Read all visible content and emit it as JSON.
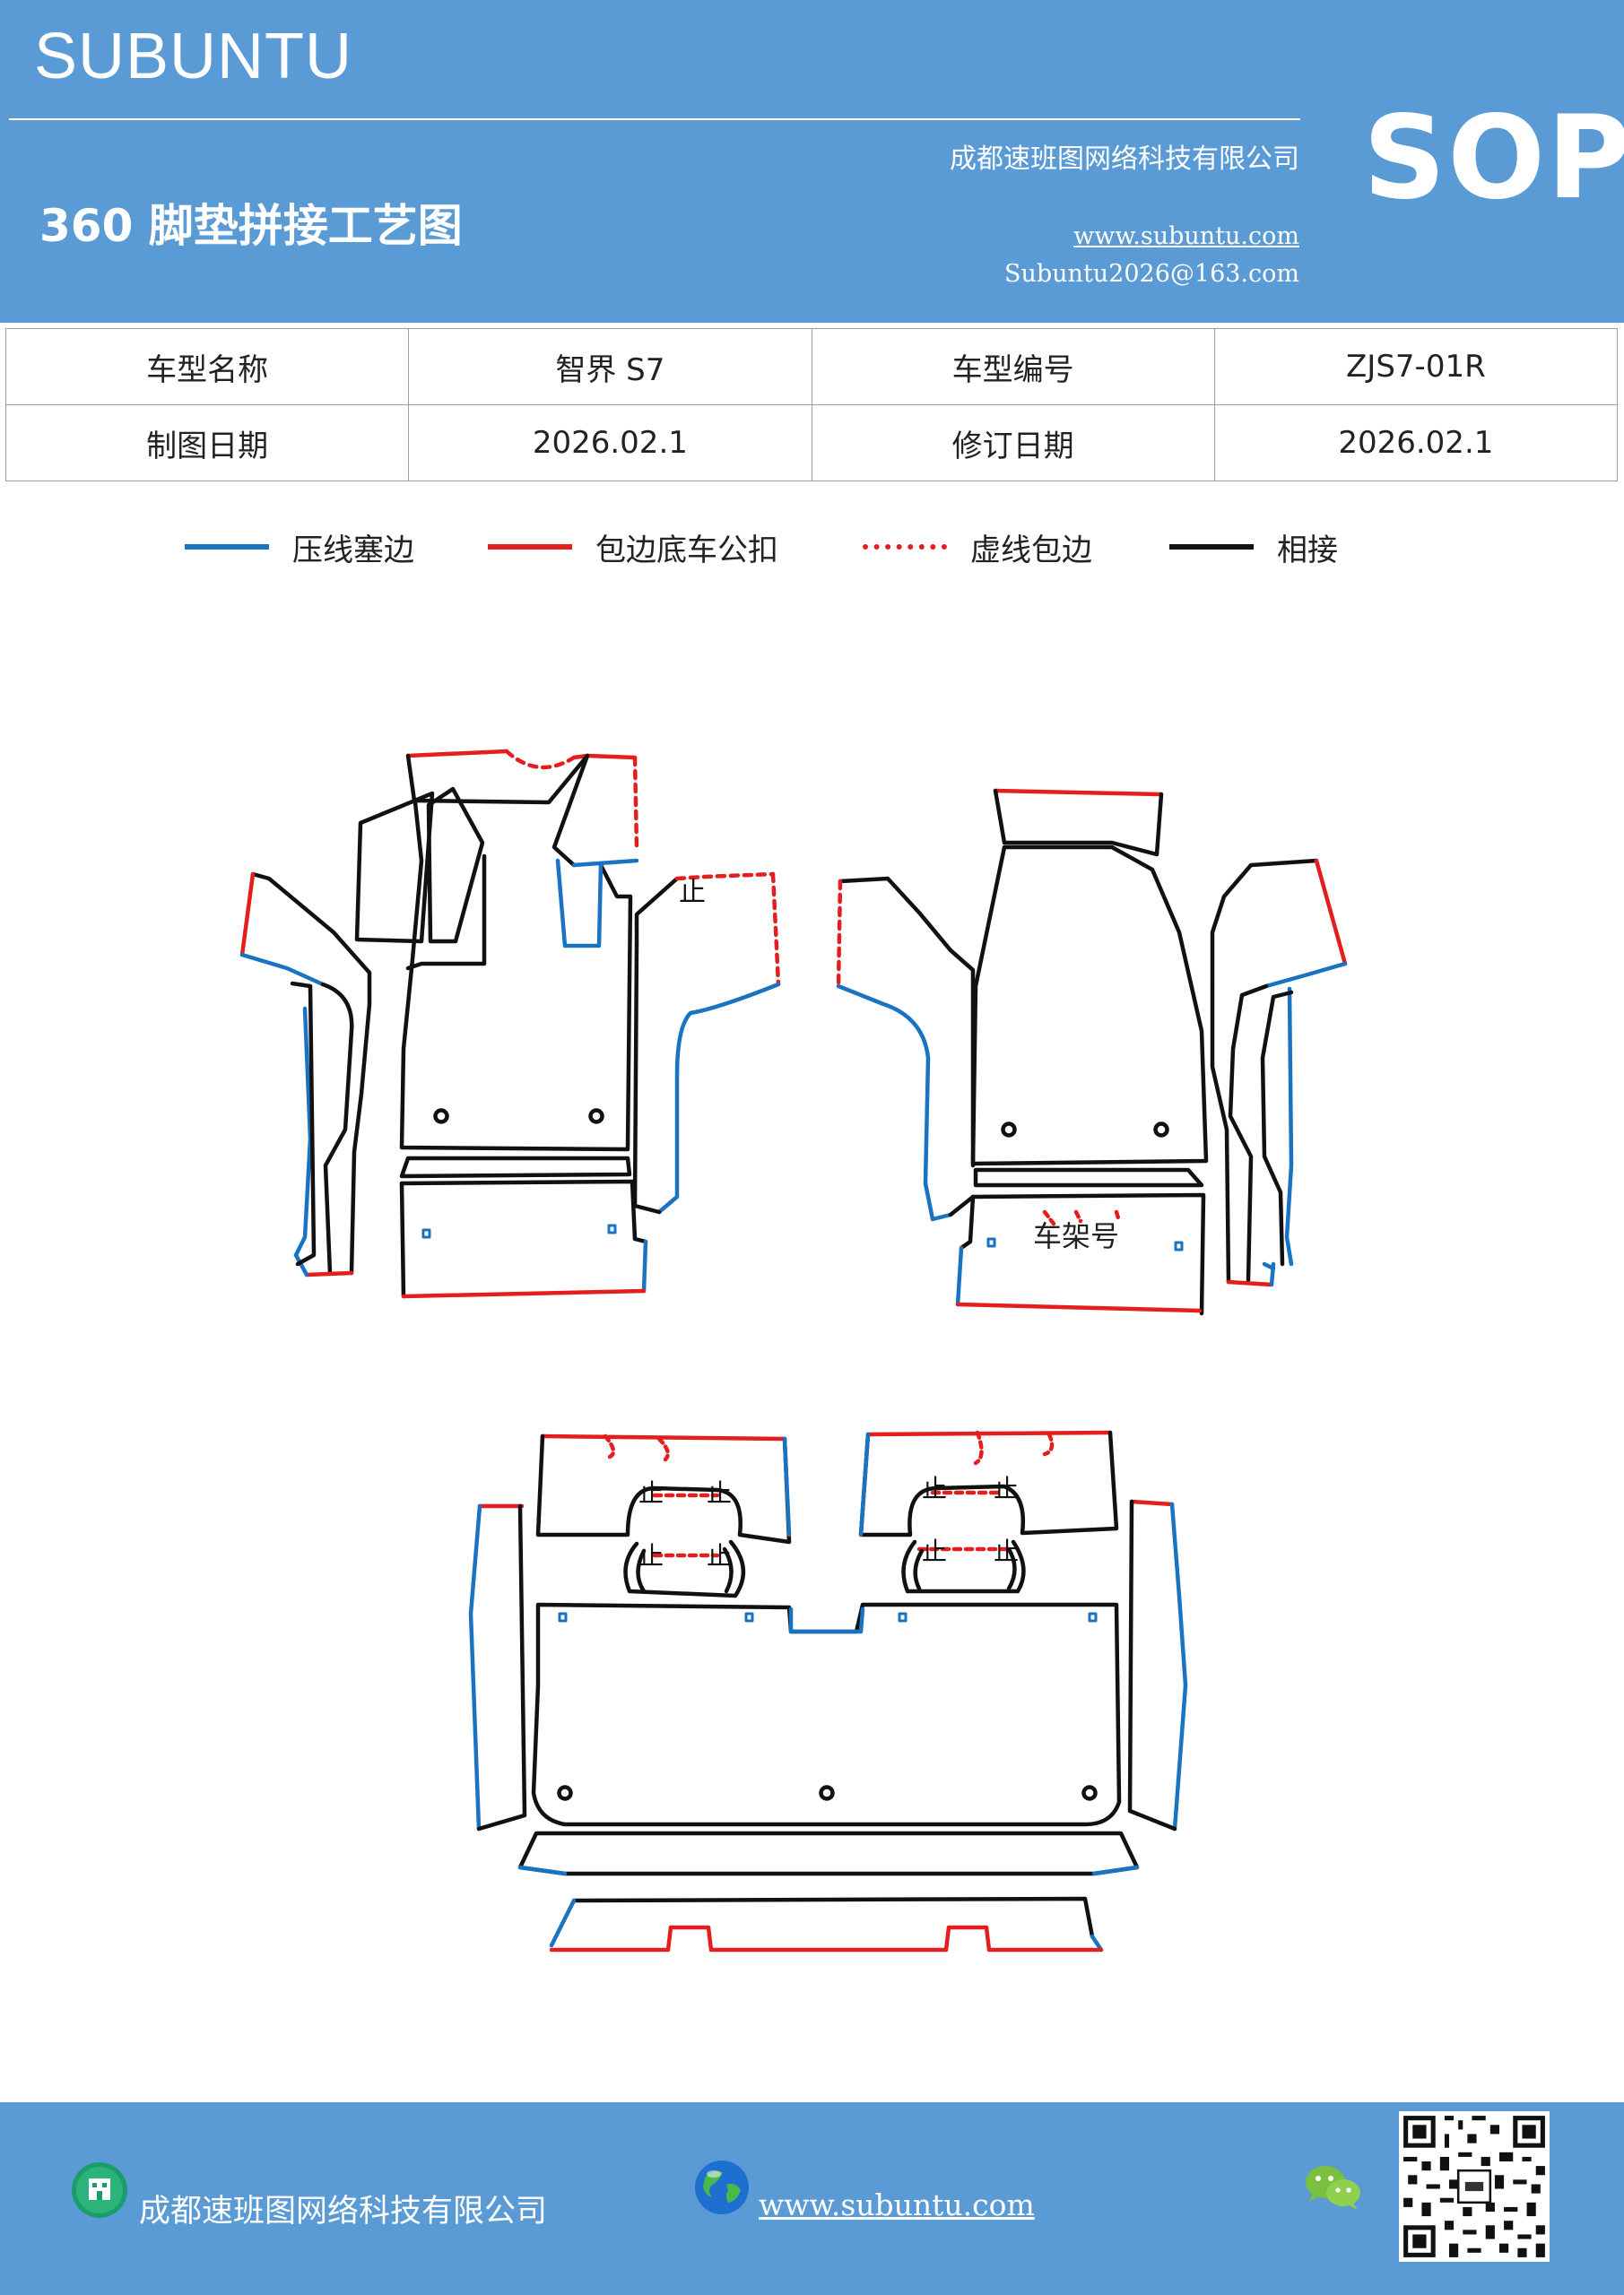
{
  "header": {
    "brand": "SUBUNTU",
    "company": "成都速班图网络科技有限公司",
    "title": "360 脚垫拼接工艺图",
    "website": "www.subuntu.com",
    "email": "Subuntu2026@163.com",
    "badge": "SOP",
    "background_color": "#5b9bd5"
  },
  "info_table": {
    "rows": [
      [
        "车型名称",
        "智界 S7",
        "车型编号",
        "ZJS7-01R"
      ],
      [
        "制图日期",
        "2026.02.1",
        "修订日期",
        "2026.02.1"
      ]
    ]
  },
  "legend": {
    "items": [
      {
        "label": "压线塞边",
        "color": "#1a73c0",
        "style": "solid"
      },
      {
        "label": "包边底车公扣",
        "color": "#e41e1e",
        "style": "solid"
      },
      {
        "label": "虚线包边",
        "color": "#e41e1e",
        "style": "dotted"
      },
      {
        "label": "相接",
        "color": "#111111",
        "style": "solid"
      }
    ]
  },
  "drawing": {
    "frame_label": "车架号",
    "clip_symbol": "止"
  },
  "footer": {
    "company": "成都速班图网络科技有限公司",
    "website": "www.subuntu.com",
    "icons": [
      "building-icon",
      "globe-icon",
      "wechat-icon",
      "qr-code"
    ]
  }
}
